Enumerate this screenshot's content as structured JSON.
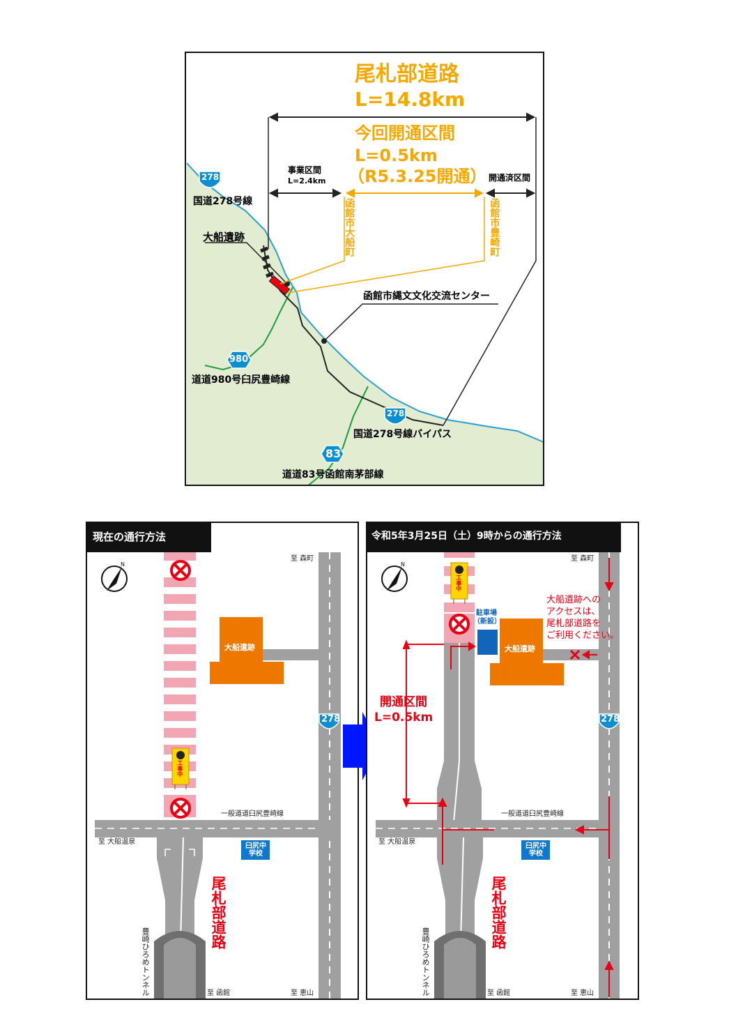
{
  "overview_map": {
    "title": "尾札部道路",
    "total_length": "L=14.8km",
    "open_section_title": "今回開通区間",
    "open_section_length": "L=0.5km",
    "open_date": "（R5.3.25開通）",
    "project_section_label": "事業区間",
    "project_section_length": "L=2.4km",
    "opened_section_label": "開通済区間",
    "start_place": "函館市大船町",
    "end_place": "函館市豊崎町",
    "site_label": "大船遺跡",
    "center_label": "函館市縄文文化交流センター",
    "route_278_shield": "278",
    "route_278_label": "国道278号線",
    "route_980_shield": "980",
    "route_980_label": "道道980号臼尻豊崎線",
    "bypass_shield": "278",
    "bypass_label": "国道278号線バイパス",
    "route_83_shield": "83",
    "route_83_label": "道道83号函館南茅部線"
  },
  "current_panel": {
    "title": "現在の通行方法",
    "to_morimachi": "至 森町",
    "to_onuma_onsen": "至 大船温泉",
    "to_hakodate": "至 函館",
    "to_esan": "至 恵山",
    "site": "大船遺跡",
    "shield": "278",
    "crossroad": "一般道道臼尻豊崎線",
    "school": "臼尻中学校",
    "road_name": "尾札部道路",
    "tunnel": "豊崎ひろめトンネル",
    "sign": "工事中"
  },
  "future_panel": {
    "title": "令和5年3月25日（土）9時からの通行方法",
    "to_morimachi": "至 森町",
    "to_onuma_onsen": "至 大船温泉",
    "to_hakodate": "至 函館",
    "to_esan": "至 恵山",
    "site": "大船遺跡",
    "shield": "278",
    "crossroad": "一般道道臼尻豊崎線",
    "school": "臼尻中学校",
    "road_name": "尾札部道路",
    "tunnel": "豊崎ひろめトンネル",
    "sign": "工事中",
    "parking": "駐車場",
    "parking_note": "（新設）",
    "open_label": "開通区間",
    "open_length": "L=0.5km",
    "notice": [
      "大船遺跡への",
      "アクセスは、",
      "尾札部道路を",
      "ご利用ください。"
    ]
  },
  "colors": {
    "orange": "#f5a800",
    "red": "#e60012",
    "building": "#ee7700",
    "land": "#e1ecd0",
    "sea_line": "#2a9fd6",
    "pink": "#f2a6b4",
    "road": "#a0a0a0",
    "arrow_blue": "#0016ff"
  }
}
